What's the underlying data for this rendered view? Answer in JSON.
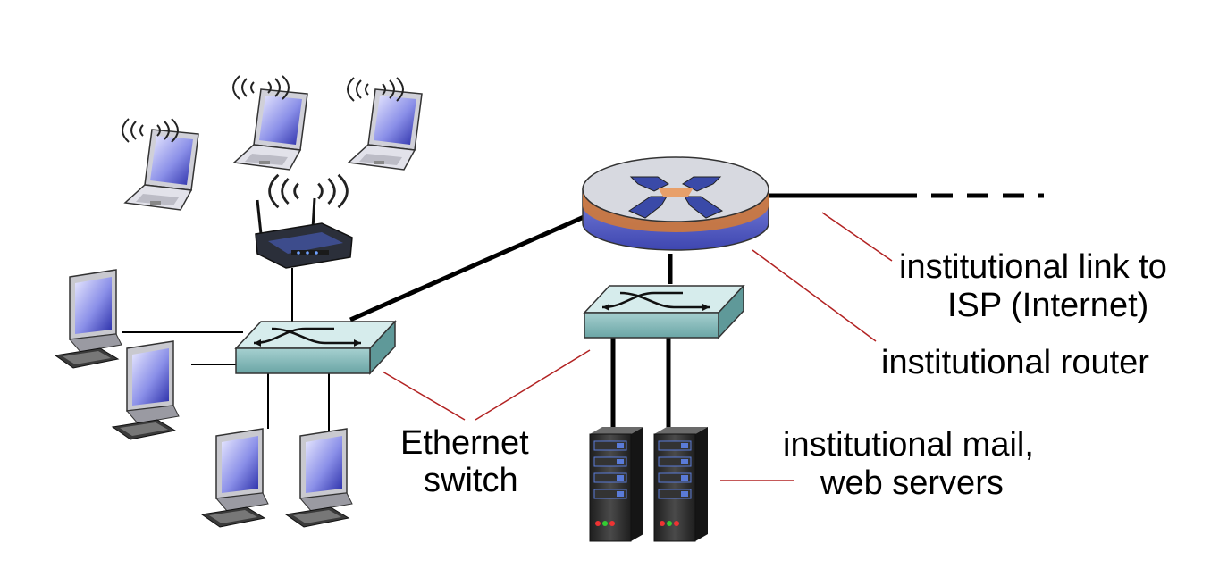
{
  "labels": {
    "ethernet_switch": [
      "Ethernet",
      "switch"
    ],
    "institutional_link": [
      "institutional link to",
      "ISP (Internet)"
    ],
    "institutional_router": "institutional router",
    "servers": [
      "institutional mail,",
      "web servers"
    ]
  },
  "colors": {
    "link": "#000000",
    "callout": "#b22222",
    "router_top": "#d7d9e0",
    "router_side": "#5a63c9",
    "router_band": "#d07a3a",
    "router_arrow": "#3a4aa8",
    "switch_top": "#cfe6e6",
    "switch_front": "#8fc0c0",
    "screen": "#4a4fc0",
    "server_body": "#2f2f2f",
    "server_led_blue": "#5a7bd8"
  },
  "icons": {
    "router": "router-icon",
    "switch": "ethernet-switch-icon",
    "wireless_ap": "wireless-access-point-icon",
    "laptop": "laptop-icon",
    "desktop": "desktop-computer-icon",
    "server": "server-icon",
    "signal": "wireless-signal-icon"
  }
}
